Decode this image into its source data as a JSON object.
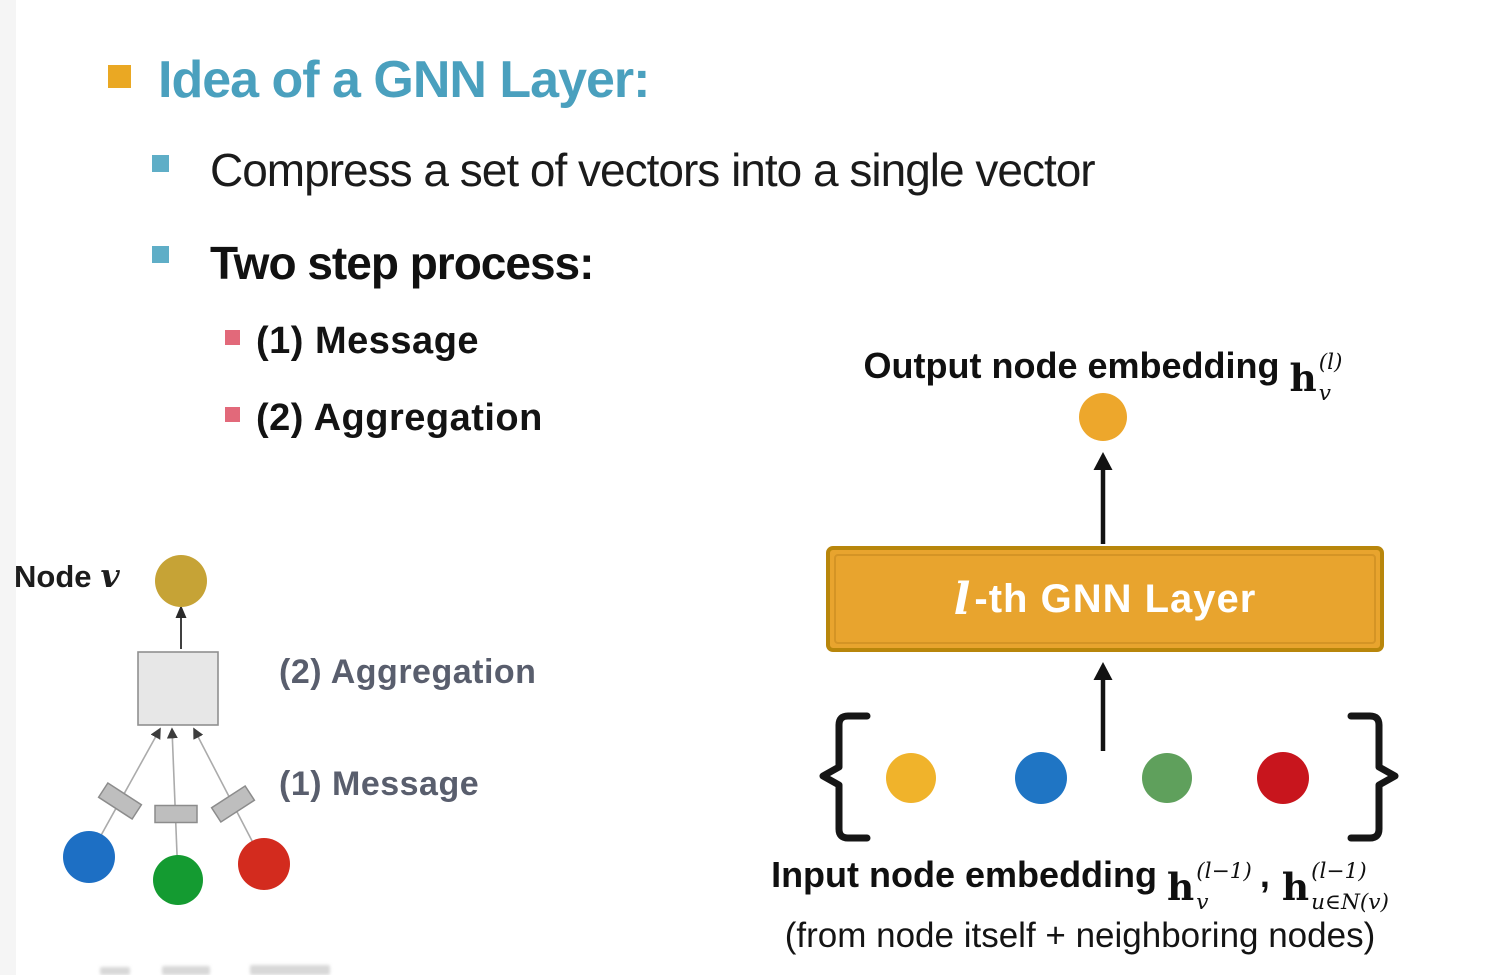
{
  "slide": {
    "title": "Idea of a GNN Layer:",
    "bullet_compress": "Compress a set of vectors into a single vector",
    "bullet_two_step": "Two step process:",
    "bullet_step1": "(1) Message",
    "bullet_step2": "(2) Aggregation",
    "left": {
      "node_label": "Node",
      "node_var": "v",
      "label_aggregation": "(2) Aggregation",
      "label_message": "(1) Message"
    },
    "right": {
      "output_label": "Output node embedding",
      "box_var": "l",
      "box_label": "-th GNN Layer",
      "input_label": "Input node embedding",
      "input_comma": ",",
      "note": "(from node itself + neighboring nodes)",
      "math": {
        "h": "h",
        "sub_v": "v",
        "sup_l": "(l)",
        "sup_lminus1": "(l−1)",
        "sub_u": "u∈N(v)"
      }
    },
    "colors": {
      "title_teal": "#4AA0BE",
      "bullet_yellow": "#EAA823",
      "bullet_teal": "#5FAEC7",
      "bullet_pink": "#E2697A",
      "label_gray": "#595E6D",
      "node_gold": "#C6A336",
      "output_yellow": "#EDA72C",
      "input_yellow": "#F0B32B",
      "blue_left": "#1D6FC4",
      "green_left": "#149B31",
      "red_left": "#D32B1E",
      "blue_right": "#1F75C4",
      "green_right": "#5FA05C",
      "red_right": "#C8151D",
      "gnn_box_fill": "#E8A42E",
      "gnn_box_border": "#B8860B",
      "agg_box_fill": "#E7E7E7",
      "agg_box_border": "#909090",
      "msg_rect_fill": "#BEBEBE",
      "msg_rect_border": "#8C8C8C",
      "edge_gray": "#ABABAB",
      "arrow_black": "#121212"
    }
  }
}
